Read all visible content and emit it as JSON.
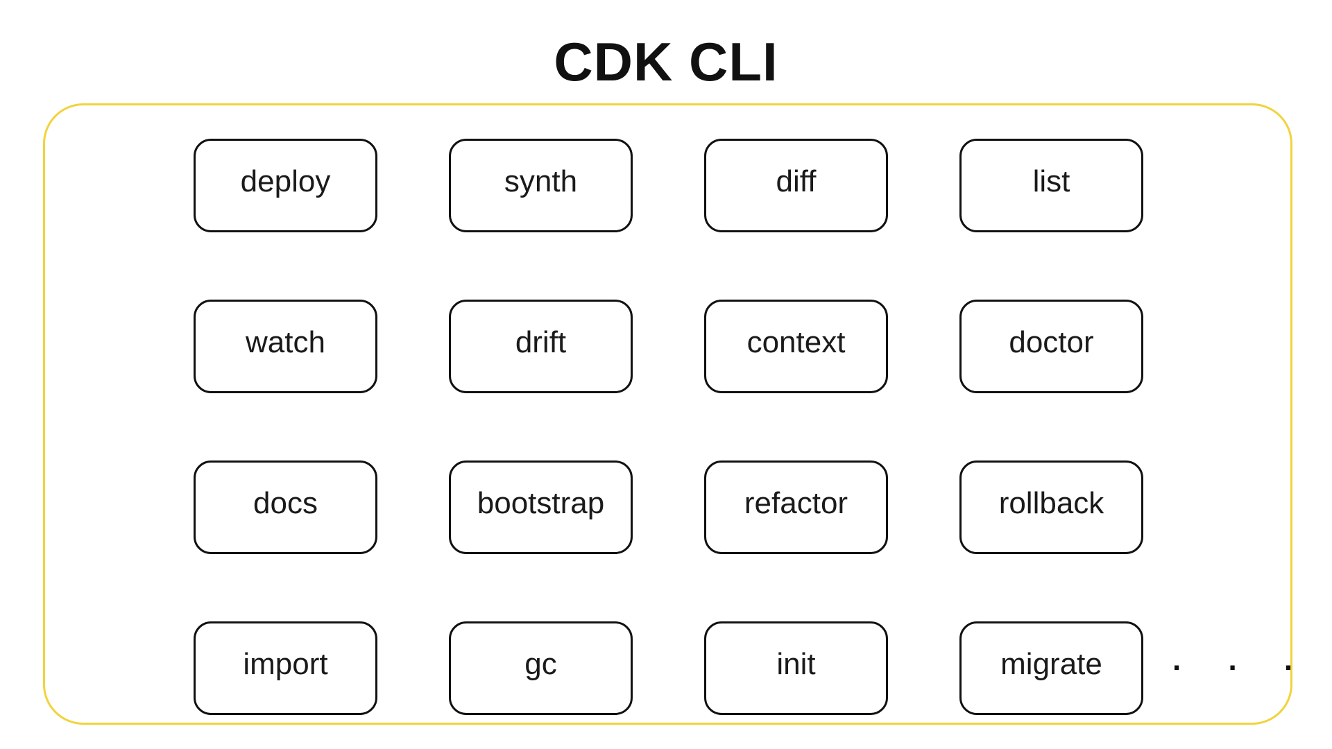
{
  "title": "CDK CLI",
  "colors": {
    "frame_border": "#f1d33d",
    "box_border": "#111111",
    "text": "#111111"
  },
  "commands": [
    "deploy",
    "synth",
    "diff",
    "list",
    "watch",
    "drift",
    "context",
    "doctor",
    "docs",
    "bootstrap",
    "refactor",
    "rollback",
    "import",
    "gc",
    "init",
    "migrate"
  ],
  "more_indicator": ". . ."
}
